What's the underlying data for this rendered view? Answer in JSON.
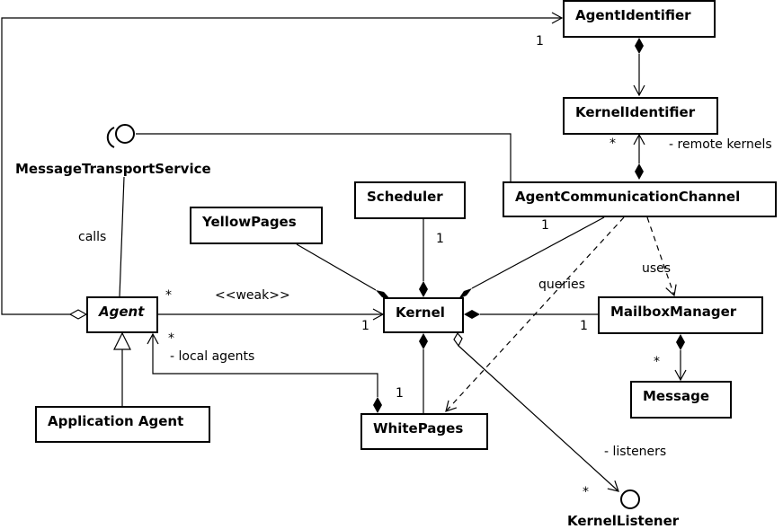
{
  "classes": {
    "agent_identifier": "AgentIdentifier",
    "kernel_identifier": "KernelIdentifier",
    "agent_communication_channel": "AgentCommunicationChannel",
    "scheduler": "Scheduler",
    "yellow_pages": "YellowPages",
    "kernel": "Kernel",
    "agent": "Agent",
    "mailbox_manager": "MailboxManager",
    "message": "Message",
    "application_agent": "Application Agent",
    "white_pages": "WhitePages"
  },
  "interfaces": {
    "message_transport_service": "MessageTransportService",
    "kernel_listener": "KernelListener"
  },
  "labels": {
    "calls": "calls",
    "weak": "<<weak>>",
    "local_agents": "- local agents",
    "remote_kernels": "- remote kernels",
    "uses": "uses",
    "queries": "queries",
    "listeners": "- listeners"
  },
  "multiplicities": {
    "agent_identifier_one": "1",
    "kernel_identifier_many": "*",
    "acc_one": "1",
    "scheduler_one": "1",
    "agent_many": "*",
    "kernel_one": "1",
    "agent_local_many": "*",
    "white_pages_one": "1",
    "mailbox_one": "1",
    "message_many": "*",
    "listener_many": "*"
  }
}
